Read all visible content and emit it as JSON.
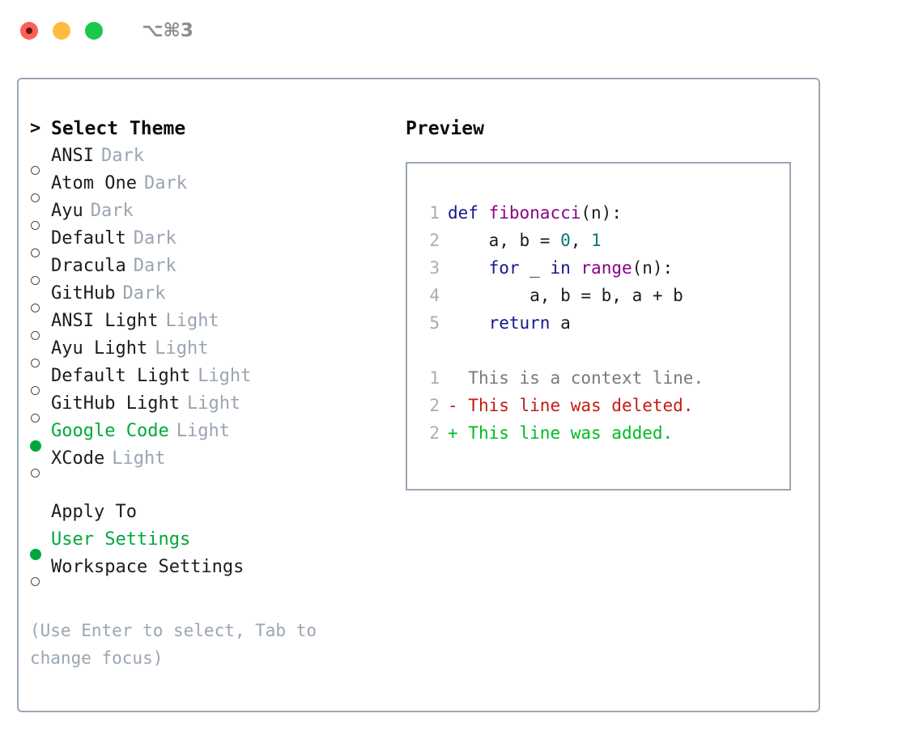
{
  "window": {
    "shortcut_label": "⌥⌘3",
    "traffic_lights": [
      "close",
      "minimize",
      "maximize"
    ]
  },
  "left_panel": {
    "title_marker": ">",
    "title": "Select Theme",
    "themes": [
      {
        "marker": "o",
        "name": "ANSI",
        "variant": "Dark",
        "selected": false
      },
      {
        "marker": "o",
        "name": "Atom One",
        "variant": "Dark",
        "selected": false
      },
      {
        "marker": "o",
        "name": "Ayu",
        "variant": "Dark",
        "selected": false
      },
      {
        "marker": "o",
        "name": "Default",
        "variant": "Dark",
        "selected": false
      },
      {
        "marker": "o",
        "name": "Dracula",
        "variant": "Dark",
        "selected": false
      },
      {
        "marker": "o",
        "name": "GitHub",
        "variant": "Dark",
        "selected": false
      },
      {
        "marker": "o",
        "name": "ANSI Light",
        "variant": "Light",
        "selected": false
      },
      {
        "marker": "o",
        "name": "Ayu Light",
        "variant": "Light",
        "selected": false
      },
      {
        "marker": "o",
        "name": "Default Light",
        "variant": "Light",
        "selected": false
      },
      {
        "marker": "o",
        "name": "GitHub Light",
        "variant": "Light",
        "selected": false
      },
      {
        "marker": "●",
        "name": "Google Code",
        "variant": "Light",
        "selected": true
      },
      {
        "marker": "o",
        "name": "XCode",
        "variant": "Light",
        "selected": false
      }
    ],
    "apply_to": {
      "heading": "Apply To",
      "options": [
        {
          "marker": "●",
          "label": "User Settings",
          "selected": true
        },
        {
          "marker": "o",
          "label": "Workspace Settings",
          "selected": false
        }
      ]
    },
    "hint": "(Use Enter to select, Tab to change focus)"
  },
  "right_panel": {
    "title": "Preview",
    "code_lines": [
      {
        "num": "1",
        "tokens": [
          {
            "t": "def",
            "c": "kw"
          },
          {
            "t": " ",
            "c": "plain"
          },
          {
            "t": "fibonacci",
            "c": "fn"
          },
          {
            "t": "(n):",
            "c": "plain"
          }
        ]
      },
      {
        "num": "2",
        "tokens": [
          {
            "t": "    a, b = ",
            "c": "plain"
          },
          {
            "t": "0",
            "c": "num"
          },
          {
            "t": ", ",
            "c": "plain"
          },
          {
            "t": "1",
            "c": "num"
          }
        ]
      },
      {
        "num": "3",
        "tokens": [
          {
            "t": "    ",
            "c": "plain"
          },
          {
            "t": "for",
            "c": "kw"
          },
          {
            "t": " _ ",
            "c": "plain"
          },
          {
            "t": "in",
            "c": "kw"
          },
          {
            "t": " ",
            "c": "plain"
          },
          {
            "t": "range",
            "c": "fn"
          },
          {
            "t": "(n):",
            "c": "plain"
          }
        ]
      },
      {
        "num": "4",
        "tokens": [
          {
            "t": "        a, b = b, a + b",
            "c": "plain"
          }
        ]
      },
      {
        "num": "5",
        "tokens": [
          {
            "t": "    ",
            "c": "plain"
          },
          {
            "t": "return",
            "c": "kw"
          },
          {
            "t": " a",
            "c": "plain"
          }
        ]
      }
    ],
    "diff_lines": [
      {
        "num": "1",
        "sign": "  ",
        "text": "This is a context line.",
        "kind": "ctx"
      },
      {
        "num": "2",
        "sign": "- ",
        "text": "This line was deleted.",
        "kind": "del"
      },
      {
        "num": "2",
        "sign": "+ ",
        "text": "This line was added.",
        "kind": "add"
      }
    ]
  },
  "colors": {
    "accent_green": "#00a83c",
    "border": "#9aa7b5",
    "muted": "#9aa5b1",
    "keyword": "#16168f",
    "function": "#880088",
    "number": "#0a7777",
    "diff_deleted": "#c41a12",
    "diff_added": "#00bb22",
    "diff_context": "#7a7a7a"
  }
}
